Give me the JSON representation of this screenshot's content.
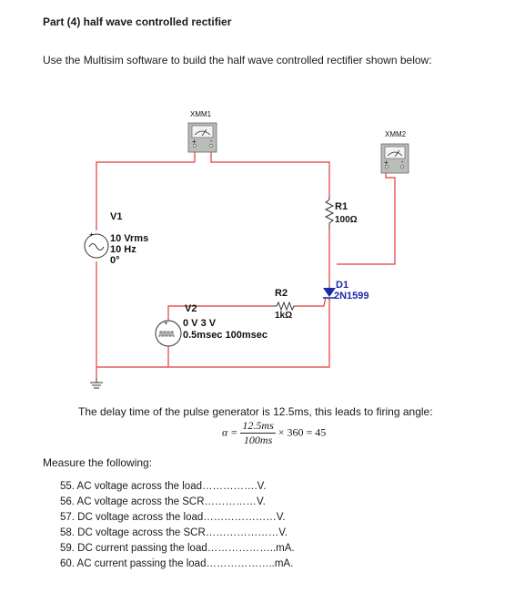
{
  "heading": "Part (4) half wave controlled rectifier",
  "intro": "Use the Multisim software to build the half wave controlled rectifier shown below:",
  "circuit": {
    "xmm1": "XMM1",
    "xmm2": "XMM2",
    "v1": {
      "name": "V1",
      "voltage": "10 Vrms",
      "freq": "10 Hz",
      "phase": "0°"
    },
    "v2": {
      "name": "V2",
      "line1": "0 V 3 V",
      "line2": "0.5msec 100msec"
    },
    "r1": {
      "name": "R1",
      "value": "100Ω"
    },
    "r2": {
      "name": "R2",
      "value": "1kΩ"
    },
    "d1": {
      "name": "D1",
      "part": "2N1599"
    },
    "meter_plus": "+",
    "meter_minus": "-",
    "v2_plus": "+"
  },
  "delay_text": "The delay time of the pulse generator is 12.5ms, this leads to firing angle:",
  "formula": {
    "lhs": "α =",
    "numerator": "12.5ms",
    "denominator": "100ms",
    "rhs": "× 360 = 45"
  },
  "measure_title": "Measure the following:",
  "measurements": [
    "55. AC voltage across the load…………….V.",
    "56. AC voltage across the SCR……………V.",
    "57. DC voltage across the load…………………V.",
    "58. DC voltage across the SCR…………………V.",
    "59. DC current passing the load………………..mA.",
    "60. AC current passing the load………………..mA."
  ]
}
